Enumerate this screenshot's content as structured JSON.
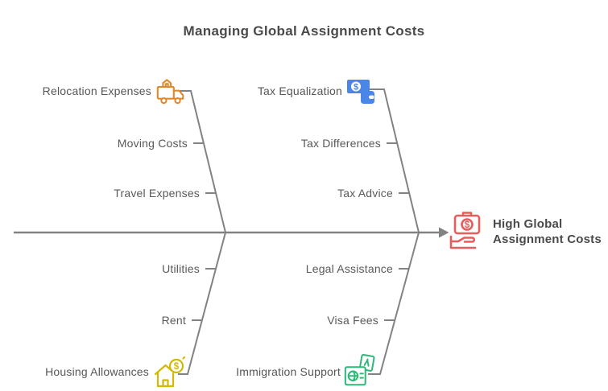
{
  "title": "Managing Global Assignment Costs",
  "colors": {
    "line": "#828282",
    "text": "#595959",
    "title_text": "#4a4a4a"
  },
  "effect": {
    "lines": [
      "High Global",
      "Assignment Costs"
    ],
    "icon": "briefcase-hand-icon",
    "color": "#e85c5c"
  },
  "categories": [
    {
      "label": "Relocation Expenses",
      "icon": "moving-truck-icon",
      "color": "#e2882b",
      "position": "top-left",
      "items": [
        "Moving Costs",
        "Travel Expenses"
      ]
    },
    {
      "label": "Tax Equalization",
      "icon": "currency-exchange-icon",
      "color": "#4a86e8",
      "position": "top-right",
      "items": [
        "Tax Differences",
        "Tax Advice"
      ]
    },
    {
      "label": "Housing Allowances",
      "icon": "house-coin-icon",
      "color": "#d1b904",
      "position": "bottom-left",
      "items": [
        "Utilities",
        "Rent"
      ]
    },
    {
      "label": "Immigration Support",
      "icon": "passport-stamp-icon",
      "color": "#2eb877",
      "position": "bottom-right",
      "items": [
        "Legal Assistance",
        "Visa Fees"
      ]
    }
  ]
}
